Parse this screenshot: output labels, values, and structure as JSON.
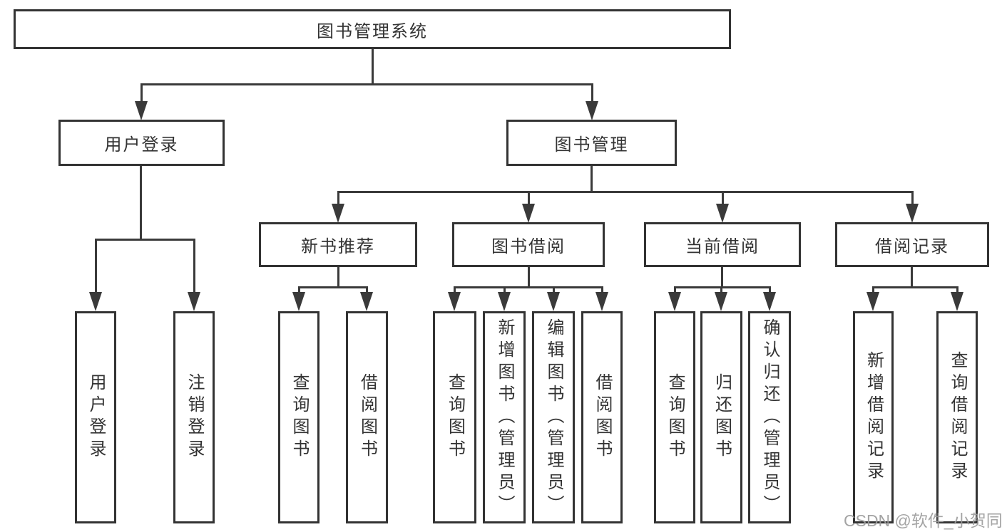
{
  "colors": {
    "line": "#3a3a3a",
    "box_border": "#333333",
    "text": "#333333",
    "watermark": "#9b9b9b",
    "background": "#ffffff"
  },
  "watermark": {
    "text": "CSDN @软件_小贺同学"
  },
  "chart_type": "tree-diagram",
  "tree": {
    "root": "图书管理系统",
    "level2": [
      "用户登录",
      "图书管理"
    ],
    "level3": [
      "新书推荐",
      "图书借阅",
      "当前借阅",
      "借阅记录"
    ],
    "leaves": {
      "user_login": [
        "用户登录",
        "注销登录"
      ],
      "new_book": [
        "查询图书",
        "借阅图书"
      ],
      "book_borrow": [
        "查询图书",
        "新增图书（管理员）",
        "编辑图书（管理员）",
        "借阅图书"
      ],
      "current_borrow": [
        "查询图书",
        "归还图书",
        "确认归还（管理员）"
      ],
      "borrow_records": [
        "新增借阅记录",
        "查询借阅记录"
      ]
    }
  }
}
